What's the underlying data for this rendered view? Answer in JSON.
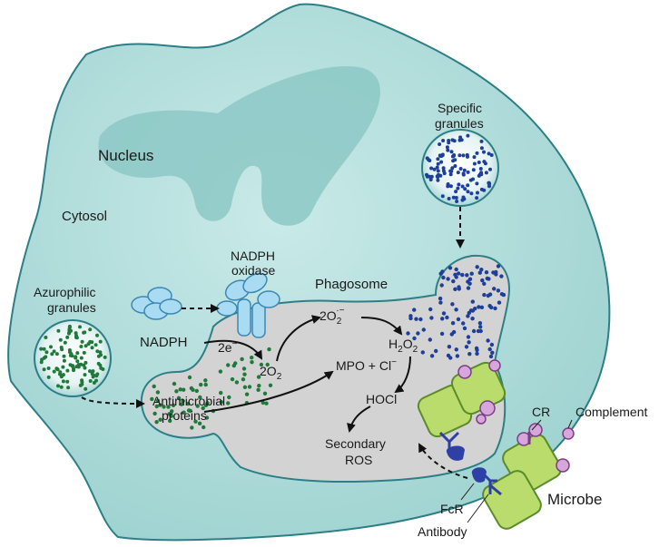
{
  "labels": {
    "nucleus": "Nucleus",
    "cytosol": "Cytosol",
    "specific_granules_1": "Specific",
    "specific_granules_2": "granules",
    "azurophilic_granules_1": "Azurophilic",
    "azurophilic_granules_2": "granules",
    "nadph_oxidase_1": "NADPH",
    "nadph_oxidase_2": "oxidase",
    "phagosome": "Phagosome",
    "nadph": "NADPH",
    "electrons": "2e",
    "electrons_sup": "−",
    "oxygen": "2O",
    "oxygen_sub": "2",
    "superoxide": "2O",
    "superoxide_sub": "2",
    "superoxide_sup": "·−",
    "h2o2_a": "H",
    "h2o2_sub1": "2",
    "h2o2_b": "O",
    "h2o2_sub2": "2",
    "mpo": "MPO + Cl",
    "mpo_sup": "−",
    "hocl": "HOCl",
    "secondary_ros_1": "Secondary",
    "secondary_ros_2": "ROS",
    "antimicrobial_1": "Antimicrobial",
    "antimicrobial_2": "proteins",
    "cr": "CR",
    "complement": "Complement",
    "fcr": "FcR",
    "antibody": "Antibody",
    "microbe": "Microbe"
  },
  "colors": {
    "cell_fill": "#bfe3e2",
    "cell_stroke": "#2c7f86",
    "nucleus_fill": "#8cc8c5",
    "phagosome_fill": "#d3d3d3",
    "phagosome_stroke": "#2c7f86",
    "specific_dots": "#1d3f9a",
    "azurophilic_dots": "#1f7a3a",
    "oxidase_fill": "#a9dbf2",
    "oxidase_stroke": "#3c87b4",
    "microbe_fill": "#b9dc6c",
    "microbe_stroke": "#5b8b2a",
    "complement_fill": "#d7a6da",
    "complement_stroke": "#7a3f86",
    "fcr_fill": "#2e3fa6",
    "antibody_stroke": "#2e3fa6"
  }
}
